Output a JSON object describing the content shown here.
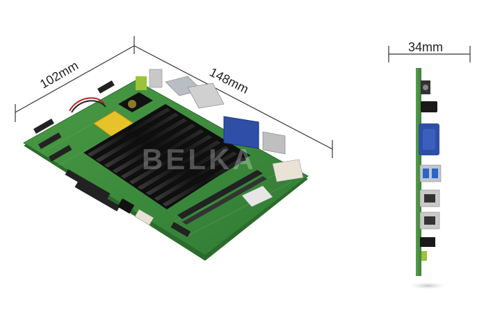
{
  "dimensions": {
    "width_label": "102mm",
    "length_label": "148mm",
    "thickness_label": "34mm"
  },
  "watermark": "BELKA",
  "colors": {
    "pcb_green": "#3f8f3f",
    "heatsink": "#1c1c1c",
    "vga_blue": "#2f4fa6",
    "usb_blue": "#2e63c8"
  }
}
